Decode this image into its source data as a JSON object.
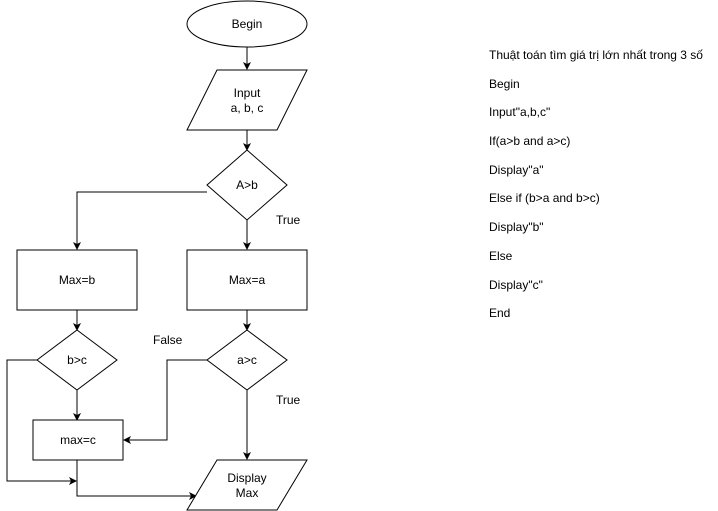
{
  "flowchart": {
    "begin": "Begin",
    "input": [
      "Input",
      "a, b, c"
    ],
    "decision_ab": "A>b",
    "max_b": "Max=b",
    "max_a": "Max=a",
    "decision_bc": "b>c",
    "decision_ac": "a>c",
    "max_c": "max=c",
    "display": [
      "Display",
      "Max"
    ],
    "label_true_ab": "True",
    "label_false_ac": "False",
    "label_true_ac": "True"
  },
  "pseudocode": {
    "title": "Thuật toán tìm giá trị lớn nhất trong 3 số",
    "lines": [
      "Begin",
      "Input\"a,b,c\"",
      "If(a>b and a>c)",
      "Display\"a\"",
      "Else if (b>a and b>c)",
      "Display\"b\"",
      "Else",
      "Display\"c\"",
      "End"
    ]
  }
}
